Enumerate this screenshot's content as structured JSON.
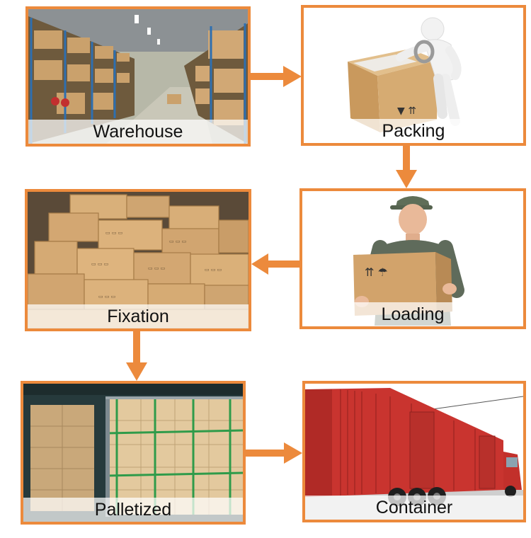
{
  "colors": {
    "frame": "#ec8a3c",
    "arrow": "#ec8a3c",
    "caption_text": "#111111"
  },
  "steps": [
    {
      "id": "warehouse",
      "label": "Warehouse",
      "icon": "warehouse-shelves-photo"
    },
    {
      "id": "packing",
      "label": "Packing",
      "icon": "figure-taping-box-photo"
    },
    {
      "id": "loading",
      "label": "Loading",
      "icon": "worker-carrying-box-photo"
    },
    {
      "id": "fixation",
      "label": "Fixation",
      "icon": "stacked-cartons-photo"
    },
    {
      "id": "palletized",
      "label": "Palletized",
      "icon": "strapped-pallet-photo"
    },
    {
      "id": "container",
      "label": "Container",
      "icon": "red-container-truck-photo"
    }
  ],
  "flow": [
    "warehouse",
    "packing",
    "loading",
    "fixation",
    "palletized",
    "container"
  ]
}
